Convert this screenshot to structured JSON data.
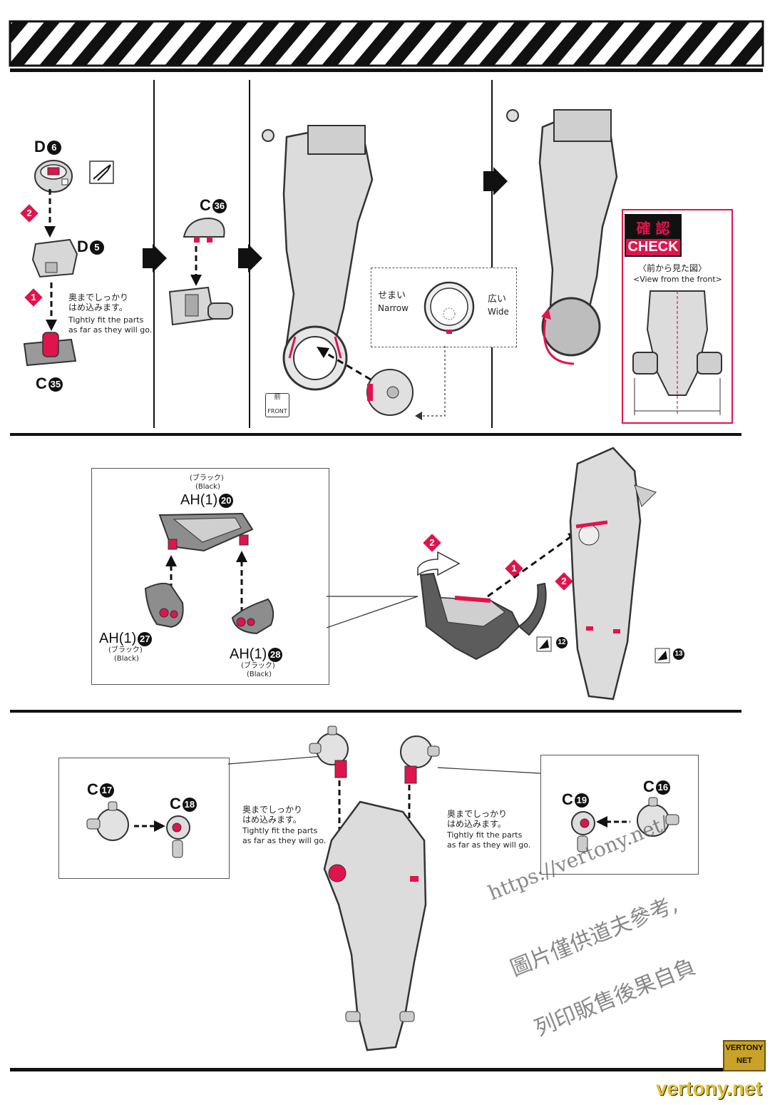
{
  "colors": {
    "accent": "#e0144c",
    "ink": "#111111",
    "part": "#d7d7d7",
    "part_dark": "#8a8a8a"
  },
  "step1": {
    "part_d6": "D",
    "part_d6_no": "6",
    "part_d5": "D",
    "part_d5_no": "5",
    "part_c35": "C",
    "part_c35_no": "35",
    "step_a": "2",
    "step_b": "1",
    "note_jp": "奥までしっかり\nはめ込みます。",
    "note_en": "Tightly fit the parts\nas far as they will go."
  },
  "step2": {
    "part_c36": "C",
    "part_c36_no": "36"
  },
  "step3": {
    "narrow_jp": "せまい",
    "narrow_en": "Narrow",
    "wide_jp": "広い",
    "wide_en": "Wide",
    "front_jp": "前",
    "front_en": "FRONT"
  },
  "check": {
    "title_jp": "確 認",
    "title_en": "CHECK",
    "view_jp": "〈前から見た図〉",
    "view_en": "<View from the front>"
  },
  "step4": {
    "black_jp": "(ブラック)",
    "black_en": "(Black)",
    "part_ah20": "AH(1)",
    "part_ah20_no": "20",
    "part_ah27": "AH(1)",
    "part_ah27_no": "27",
    "part_ah28": "AH(1)",
    "part_ah28_no": "28",
    "step_a": "2",
    "step_b": "1",
    "step_c": "2",
    "seal_12": "12",
    "seal_13": "13"
  },
  "step5": {
    "part_c17": "C",
    "part_c17_no": "17",
    "part_c18": "C",
    "part_c18_no": "18",
    "part_c19": "C",
    "part_c19_no": "19",
    "part_c16": "C",
    "part_c16_no": "16",
    "note_jp": "奥までしっかり\nはめ込みます。",
    "note_en": "Tightly fit the parts\nas far as they will go."
  },
  "watermark": {
    "line1": "https://vertony.net/",
    "line2": "圖片僅供道夫參考,",
    "line3": "列印販售後果自負",
    "logo": "VERTONY NET",
    "site": "vertony.net"
  }
}
